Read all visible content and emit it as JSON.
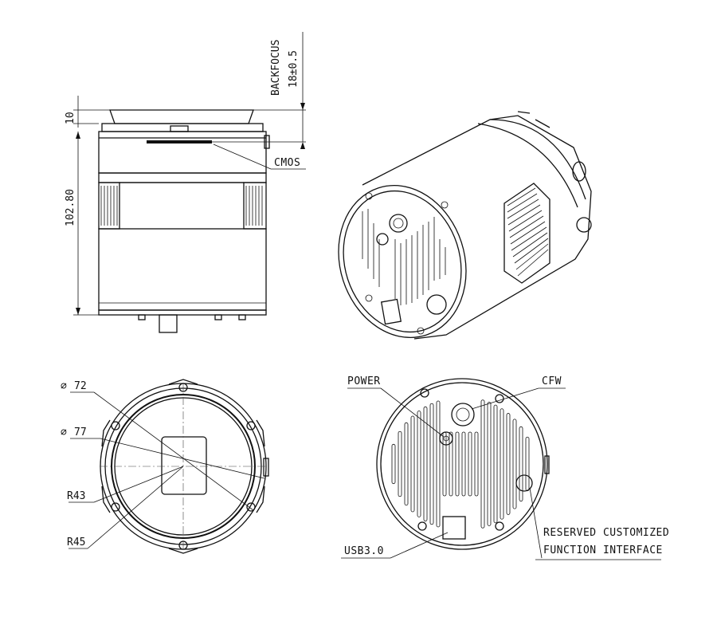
{
  "side_view": {
    "dim_backfocus_title": "BACKFOCUS",
    "dim_backfocus_value": "18±0.5",
    "dim_top": "10",
    "dim_height": "102.80",
    "label_cmos": "CMOS"
  },
  "front_view": {
    "dim_d72": "72",
    "dim_d77": "77",
    "dim_r43": "R43",
    "dim_r45": "R45",
    "diameter_symbol": "∅"
  },
  "back_view": {
    "label_power": "POWER",
    "label_cfw": "CFW",
    "label_usb": "USB3.0",
    "label_reserved_line1": "RESERVED CUSTOMIZED",
    "label_reserved_line2": "FUNCTION INTERFACE"
  },
  "colors": {
    "line": "#111111",
    "background": "#ffffff"
  }
}
